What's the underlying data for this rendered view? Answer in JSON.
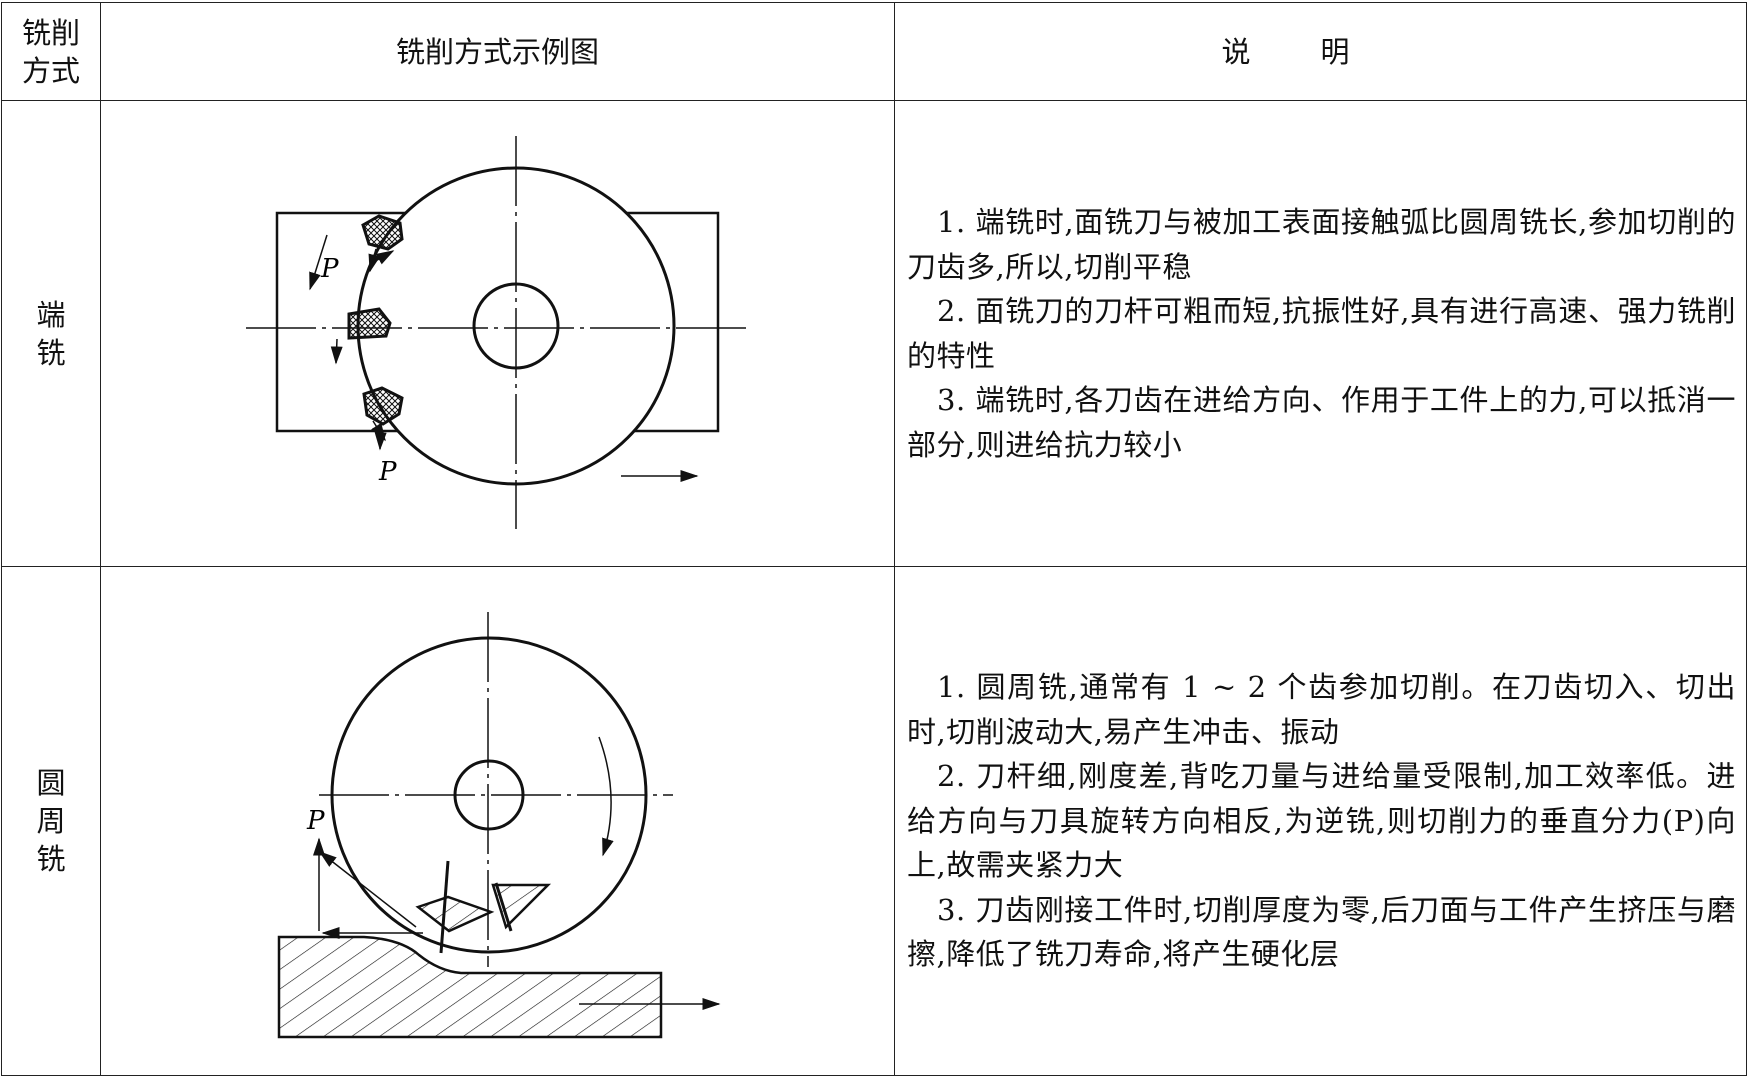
{
  "table": {
    "headers": {
      "method": [
        "铣削",
        "方式"
      ],
      "diagram": "铣削方式示例图",
      "description": "说明"
    },
    "rows": [
      {
        "method": [
          "端",
          "铣"
        ],
        "diagram_labels": {
          "force_p_1": "P",
          "force_p_2": "P"
        },
        "description": [
          "1. 端铣时,面铣刀与被加工表面接触弧比圆周铣长,参加切削的刀齿多,所以,切削平稳",
          "2. 面铣刀的刀杆可粗而短,抗振性好,具有进行高速、强力铣削的特性",
          "3. 端铣时,各刀齿在进给方向、作用于工件上的力,可以抵消一部分,则进给抗力较小"
        ]
      },
      {
        "method": [
          "圆",
          "周",
          "铣"
        ],
        "diagram_labels": {
          "force_p": "P"
        },
        "description": [
          "1. 圆周铣,通常有 1 ~ 2 个齿参加切削。在刀齿切入、切出时,切削波动大,易产生冲击、振动",
          "2. 刀杆细,刚度差,背吃刀量与进给量受限制,加工效率低。进给方向与刀具旋转方向相反,为逆铣,则切削力的垂直分力(P)向上,故需夹紧力大",
          "3. 刀齿刚接工件时,切削厚度为零,后刀面与工件产生挤压与磨擦,降低了铣刀寿命,将产生硬化层"
        ]
      }
    ]
  }
}
